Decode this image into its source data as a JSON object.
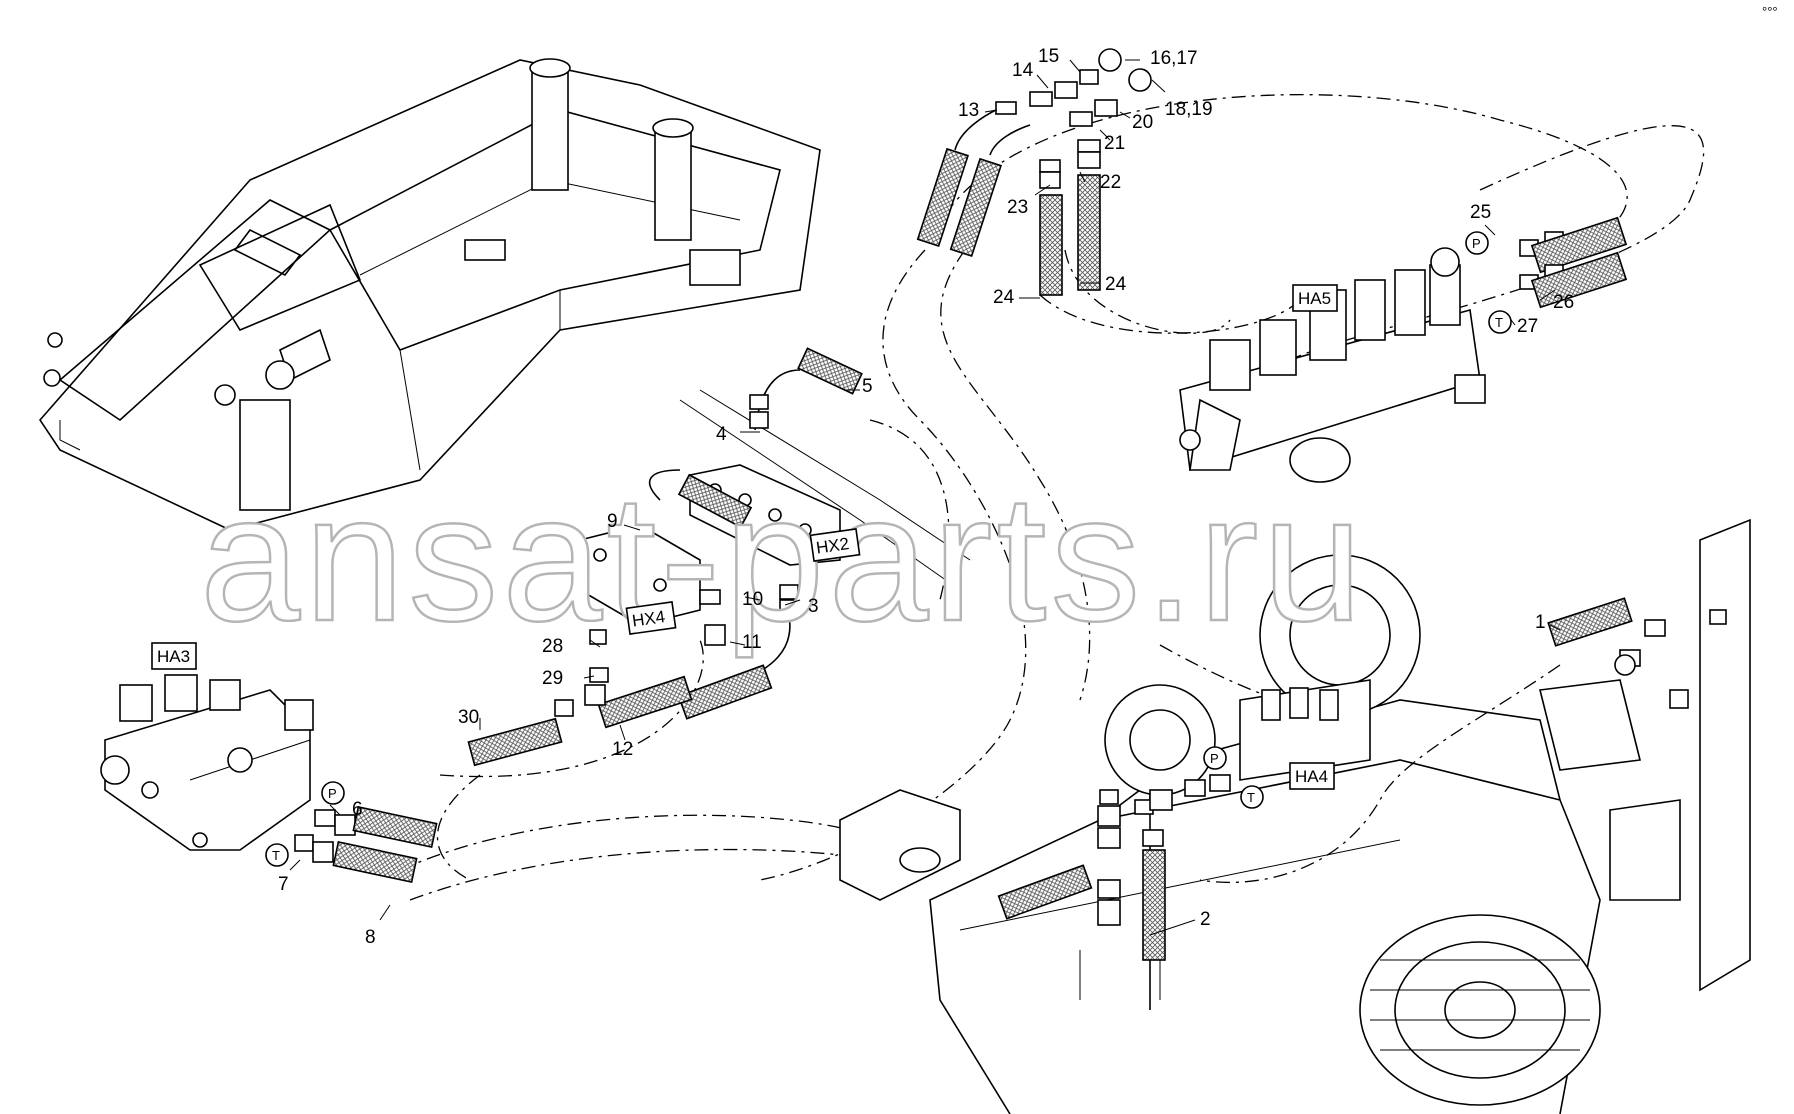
{
  "watermark": "ansat-parts.ru",
  "corner_mark": "°°°",
  "callouts": {
    "c1": "1",
    "c2": "2",
    "c3": "3",
    "c4": "4",
    "c5": "5",
    "c6": "6",
    "c7": "7",
    "c8": "8",
    "c9": "9",
    "c10": "10",
    "c11": "11",
    "c12": "12",
    "c13": "13",
    "c14": "14",
    "c15": "15",
    "c16_17": "16,17",
    "c18_19": "18,19",
    "c20": "20",
    "c21": "21",
    "c22": "22",
    "c23": "23",
    "c24a": "24",
    "c24b": "24",
    "c25": "25",
    "c26": "26",
    "c27": "27",
    "c28": "28",
    "c29": "29",
    "c30": "30"
  },
  "blocks": {
    "ha3": "HA3",
    "ha4": "HA4",
    "ha5": "HA5",
    "hx2": "HX2",
    "hx4": "HX4"
  },
  "ports": {
    "p": "P",
    "t": "T"
  }
}
